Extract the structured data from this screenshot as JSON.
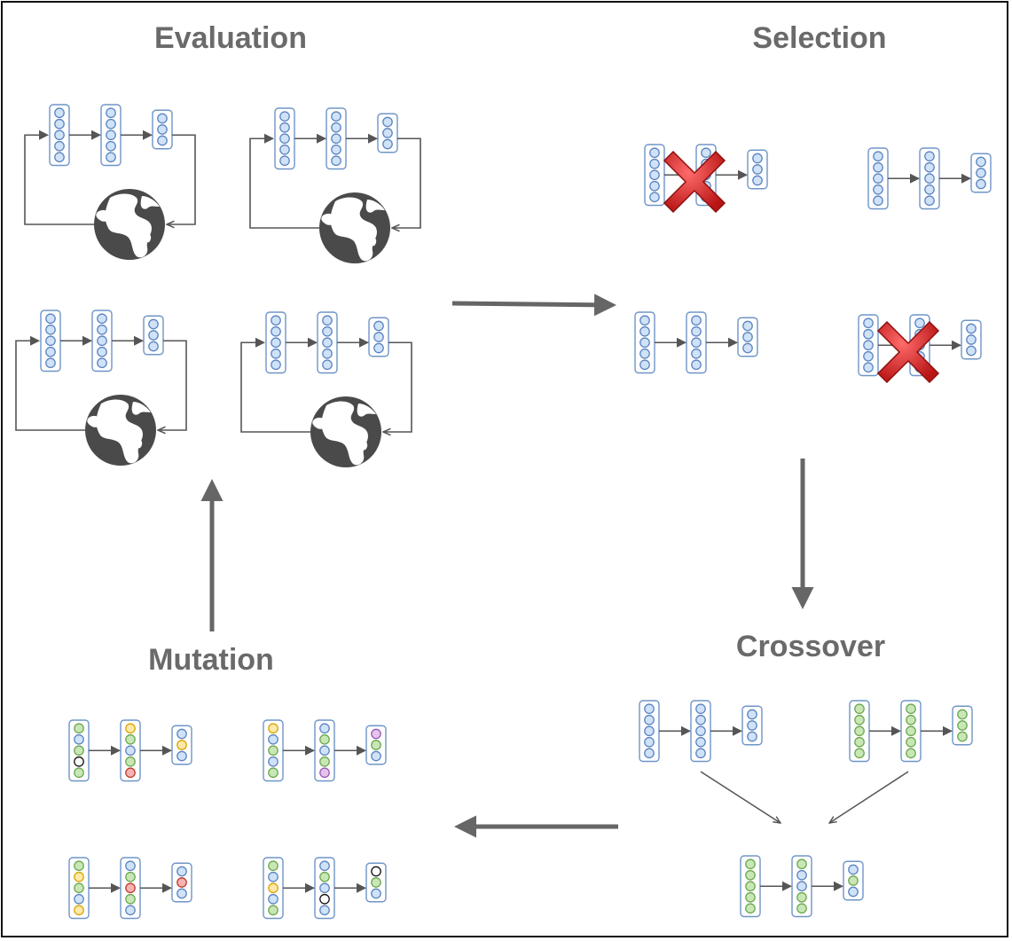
{
  "stages": {
    "evaluation": "Evaluation",
    "selection": "Selection",
    "crossover": "Crossover",
    "mutation": "Mutation"
  },
  "colors": {
    "layer_border": "#6f95c7",
    "node_default": "#cfe2f8",
    "node_stroke": "#5b84c0",
    "green": "#c9e7b6",
    "green_stroke": "#6aa84f",
    "yellow": "#fde9a9",
    "yellow_stroke": "#d9a400",
    "red": "#f6b3b3",
    "red_stroke": "#c0392b",
    "purple": "#e3c4ea",
    "purple_stroke": "#9b59b6",
    "black_stroke": "#111111",
    "arrow": "#666666",
    "title": "#6a6a6a",
    "globe": "#4a4a4a",
    "cross": "#d42a2a"
  },
  "selection": {
    "networks": [
      {
        "survives": false
      },
      {
        "survives": true
      },
      {
        "survives": true
      },
      {
        "survives": false
      }
    ]
  },
  "mutation_networks": [
    [
      [
        "g",
        "b",
        "g",
        "k",
        "g"
      ],
      [
        "y",
        "g",
        "b",
        "g",
        "r"
      ],
      [
        "b",
        "y",
        "b"
      ]
    ],
    [
      [
        "y",
        "b",
        "g",
        "b",
        "g"
      ],
      [
        "b",
        "g",
        "b",
        "g",
        "p"
      ],
      [
        "p",
        "g",
        "b"
      ]
    ],
    [
      [
        "g",
        "y",
        "g",
        "b",
        "y"
      ],
      [
        "b",
        "g",
        "r",
        "g",
        "b"
      ],
      [
        "b",
        "r",
        "b"
      ]
    ],
    [
      [
        "g",
        "b",
        "y",
        "b",
        "g"
      ],
      [
        "b",
        "g",
        "b",
        "k",
        "b"
      ],
      [
        "k",
        "g",
        "b"
      ]
    ]
  ],
  "crossover_networks": [
    [
      [
        "b",
        "b",
        "b",
        "b",
        "b"
      ],
      [
        "b",
        "b",
        "b",
        "b",
        "b"
      ],
      [
        "b",
        "b",
        "b"
      ]
    ],
    [
      [
        "g",
        "g",
        "g",
        "g",
        "g"
      ],
      [
        "g",
        "g",
        "g",
        "g",
        "g"
      ],
      [
        "g",
        "g",
        "g"
      ]
    ],
    [
      [
        "g",
        "g",
        "g",
        "g",
        "g"
      ],
      [
        "g",
        "b",
        "b",
        "g",
        "g"
      ],
      [
        "b",
        "g",
        "b"
      ]
    ]
  ]
}
